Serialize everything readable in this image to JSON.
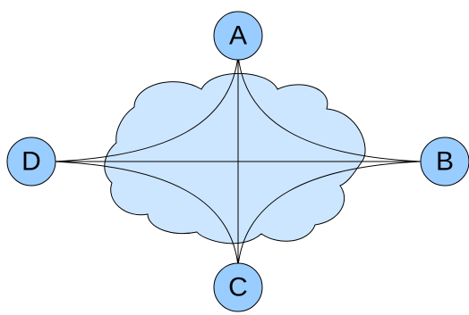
{
  "colors": {
    "node_fill": "#99ccff",
    "cloud_fill": "#cce6ff",
    "line": "#000000",
    "background": "#ffffff"
  },
  "nodes": [
    {
      "id": "A",
      "label": "A"
    },
    {
      "id": "B",
      "label": "B"
    },
    {
      "id": "C",
      "label": "C"
    },
    {
      "id": "D",
      "label": "D"
    }
  ],
  "edges": [
    {
      "from": "A",
      "to": "C",
      "style": "straight"
    },
    {
      "from": "D",
      "to": "B",
      "style": "straight"
    },
    {
      "from": "A",
      "to": "D",
      "style": "curved"
    },
    {
      "from": "A",
      "to": "B",
      "style": "curved"
    },
    {
      "from": "C",
      "to": "D",
      "style": "curved"
    },
    {
      "from": "C",
      "to": "B",
      "style": "curved"
    }
  ]
}
